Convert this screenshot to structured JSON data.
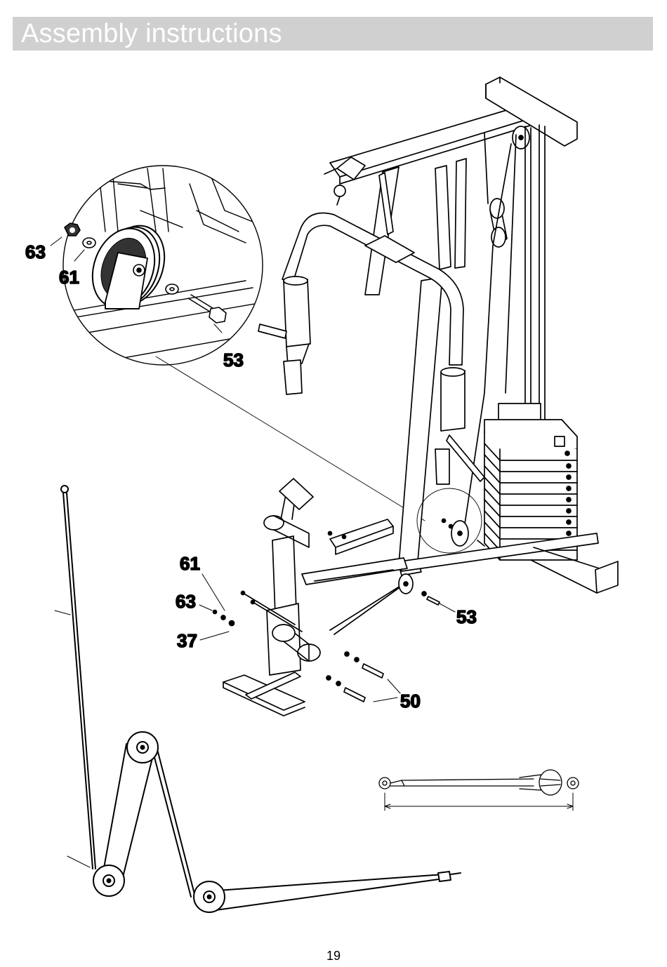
{
  "header": {
    "title": "Assembly instructions"
  },
  "detail_callouts": {
    "nut": "63",
    "washer": "61",
    "bolt": "53"
  },
  "main_callouts": {
    "washer": "61",
    "nut": "63",
    "spacer": "37",
    "bolt_right": "53",
    "bolts_bottom": "50"
  },
  "page": {
    "number": "19"
  },
  "colors": {
    "header_bg": "#d0d0d0",
    "header_text": "#ffffff",
    "line": "#000000"
  }
}
